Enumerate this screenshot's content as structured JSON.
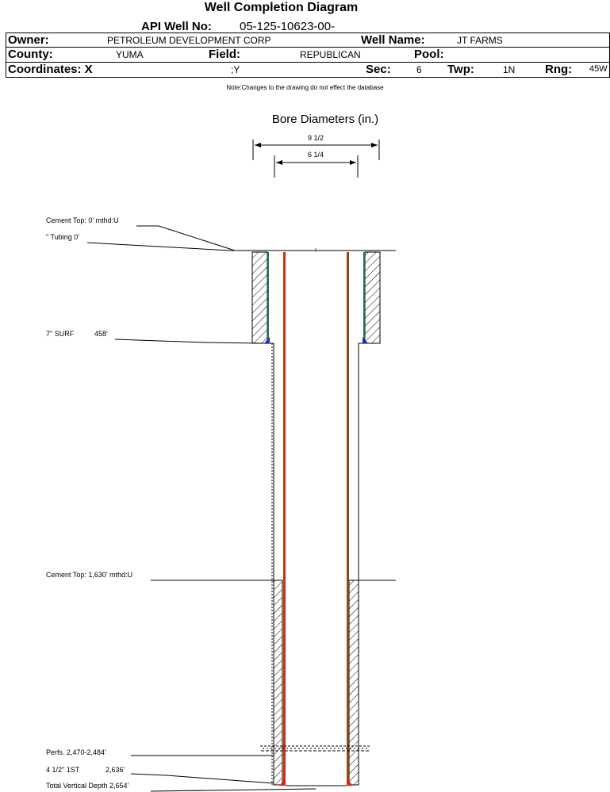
{
  "header": {
    "title": "Well Completion Diagram",
    "api_label": "API Well No:",
    "api_value": "05-125-10623-00-",
    "owner_label": "Owner:",
    "owner_value": "PETROLEUM DEVELOPMENT CORP",
    "well_name_label": "Well Name:",
    "well_name_value": "JT FARMS",
    "county_label": "County:",
    "county_value": "YUMA",
    "field_label": "Field:",
    "field_value": "REPUBLICAN",
    "pool_label": "Pool:",
    "pool_value": "",
    "coords_label": "Coordinates: X",
    "coords_y": ";Y",
    "sec_label": "Sec:",
    "sec_value": "6",
    "twp_label": "Twp:",
    "twp_value": "1N",
    "rng_label": "Rng:",
    "rng_value": "45W"
  },
  "note": "Note:Changes to the drawing do not effect the database",
  "diagram": {
    "bore_title": "Bore Diameters (in.)",
    "bore_outer": "9 1/2",
    "bore_inner": "6 1/4",
    "annotations": {
      "cement_top_1": "Cement Top: 0' mthd:U",
      "tubing": "\" Tubing 0'",
      "surf_casing": "7\" SURF",
      "surf_depth": "458'",
      "cement_top_2": "Cement Top: 1,630' mthd:U",
      "perfs": "Perfs. 2,470-2,484'",
      "prod_casing": "4 1/2\" 1ST",
      "prod_depth": "2,636'",
      "tvd": "Total Vertical Depth 2,654'"
    },
    "colors": {
      "tubing_left": "#d03010",
      "tubing_right": "#8b4a10",
      "surface_liner": "#1a7a4a",
      "surface_shoe": "#1030c0",
      "production_shoe": "#e02010"
    }
  }
}
